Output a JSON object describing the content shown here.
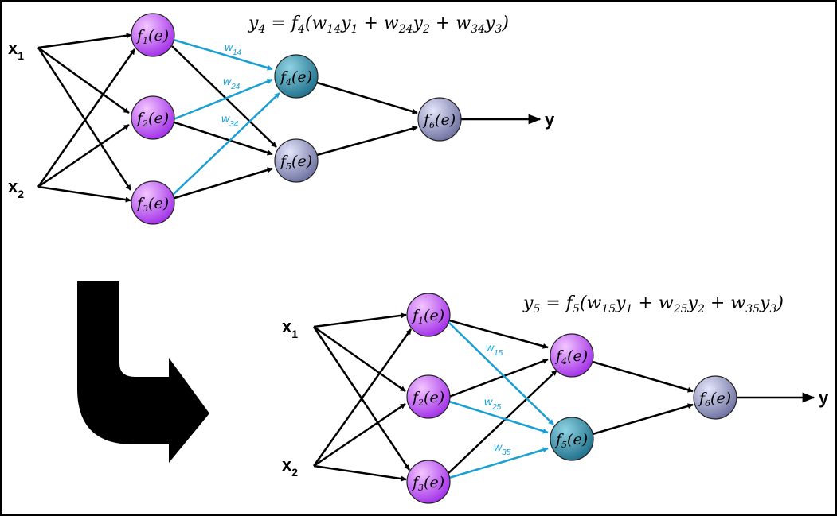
{
  "colors": {
    "edge": "#000000",
    "highlight": "#1a9fd4",
    "purple_light": "#f3c6ff",
    "purple_dark": "#a12ee8",
    "teal_light": "#8fd3e3",
    "teal_dark": "#1e6f8a",
    "lav_light": "#d9dcf6",
    "lav_dark": "#6c6f9e"
  },
  "top": {
    "equation": {
      "y": "y",
      "ysub": "4",
      "f": "f",
      "fsub": "4",
      "terms": [
        {
          "w": "w",
          "wsub": "14",
          "y": "y",
          "ysub": "1"
        },
        {
          "w": "w",
          "wsub": "24",
          "y": "y",
          "ysub": "2"
        },
        {
          "w": "w",
          "wsub": "34",
          "y": "y",
          "ysub": "3"
        }
      ]
    },
    "inputs": [
      {
        "label": "x",
        "sub": "1"
      },
      {
        "label": "x",
        "sub": "2"
      }
    ],
    "output": "y",
    "nodes": [
      {
        "f": "f",
        "sub": "1",
        "arg": "(e)",
        "style": "purple"
      },
      {
        "f": "f",
        "sub": "2",
        "arg": "(e)",
        "style": "purple"
      },
      {
        "f": "f",
        "sub": "3",
        "arg": "(e)",
        "style": "purple"
      },
      {
        "f": "f",
        "sub": "4",
        "arg": "(e)",
        "style": "teal"
      },
      {
        "f": "f",
        "sub": "5",
        "arg": "(e)",
        "style": "lav"
      },
      {
        "f": "f",
        "sub": "6",
        "arg": "(e)",
        "style": "lav"
      }
    ],
    "weights": [
      {
        "w": "w",
        "sub": "14"
      },
      {
        "w": "w",
        "sub": "24"
      },
      {
        "w": "w",
        "sub": "34"
      }
    ]
  },
  "bottom": {
    "equation": {
      "y": "y",
      "ysub": "5",
      "f": "f",
      "fsub": "5",
      "terms": [
        {
          "w": "w",
          "wsub": "15",
          "y": "y",
          "ysub": "1"
        },
        {
          "w": "w",
          "wsub": "25",
          "y": "y",
          "ysub": "2"
        },
        {
          "w": "w",
          "wsub": "35",
          "y": "y",
          "ysub": "3"
        }
      ]
    },
    "inputs": [
      {
        "label": "x",
        "sub": "1"
      },
      {
        "label": "x",
        "sub": "2"
      }
    ],
    "output": "y",
    "nodes": [
      {
        "f": "f",
        "sub": "1",
        "arg": "(e)",
        "style": "purple"
      },
      {
        "f": "f",
        "sub": "2",
        "arg": "(e)",
        "style": "purple"
      },
      {
        "f": "f",
        "sub": "3",
        "arg": "(e)",
        "style": "purple"
      },
      {
        "f": "f",
        "sub": "4",
        "arg": "(e)",
        "style": "purple"
      },
      {
        "f": "f",
        "sub": "5",
        "arg": "(e)",
        "style": "teal"
      },
      {
        "f": "f",
        "sub": "6",
        "arg": "(e)",
        "style": "lav"
      }
    ],
    "weights": [
      {
        "w": "w",
        "sub": "15"
      },
      {
        "w": "w",
        "sub": "25"
      },
      {
        "w": "w",
        "sub": "35"
      }
    ]
  }
}
